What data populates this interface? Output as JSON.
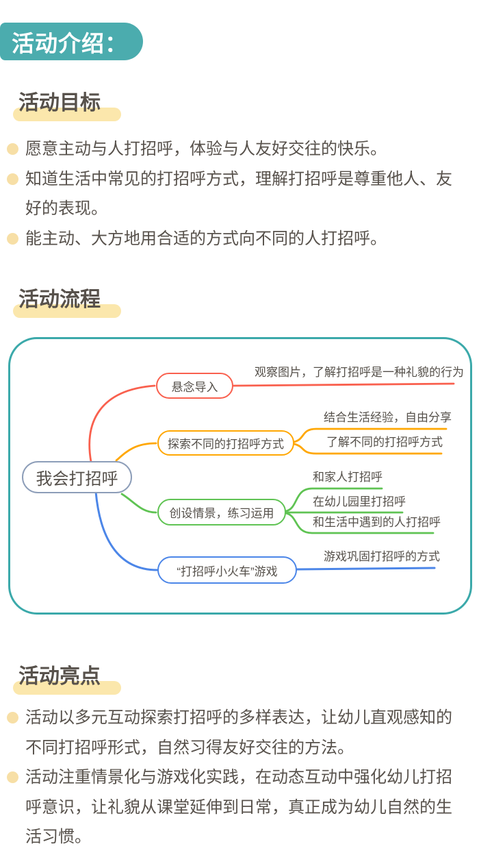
{
  "header": {
    "badge": "活动介绍："
  },
  "sections": {
    "goals": {
      "heading": "活动目标",
      "items": [
        "愿意主动与人打招呼，体验与人友好交往的快乐。",
        "知道生活中常见的打招呼方式，理解打招呼是尊重他人、友好的表现。",
        "能主动、大方地用合适的方式向不同的人打招呼。"
      ]
    },
    "flow": {
      "heading": "活动流程",
      "mindmap": {
        "root": "我会打招呼",
        "root_border_color": "#8C9DB8",
        "container_border_color": "#3BA9AA",
        "branches": [
          {
            "label": "悬念导入",
            "color": "#F9604E",
            "children": [
              "观察图片，了解打招呼是一种礼貌的行为"
            ]
          },
          {
            "label": "探索不同的打招呼方式",
            "color": "#FFA702",
            "children": [
              "结合生活经验，自由分享",
              "了解不同的打招呼方式"
            ]
          },
          {
            "label": "创设情景，练习运用",
            "color": "#5FC353",
            "children": [
              "和家人打招呼",
              "在幼儿园里打招呼",
              "和生活中遇到的人打招呼"
            ]
          },
          {
            "label": "“打招呼小火车”游戏",
            "color": "#4C86E8",
            "children": [
              "游戏巩固打招呼的方式"
            ]
          }
        ]
      }
    },
    "highlights": {
      "heading": "活动亮点",
      "items": [
        "活动以多元互动探索打招呼的多样表达，让幼儿直观感知的不同打招呼形式，自然习得友好交往的方法。",
        "活动注重情景化与游戏化实践，在动态互动中强化幼儿打招呼意识，让礼貌从课堂延伸到日常，真正成为幼儿自然的生活习惯。"
      ]
    }
  },
  "colors": {
    "badge_background": "#4BACAE",
    "heading_highlight": "#FBE7AC",
    "bullet_dot": "#F7DFA6",
    "body_text": "#57514B"
  }
}
